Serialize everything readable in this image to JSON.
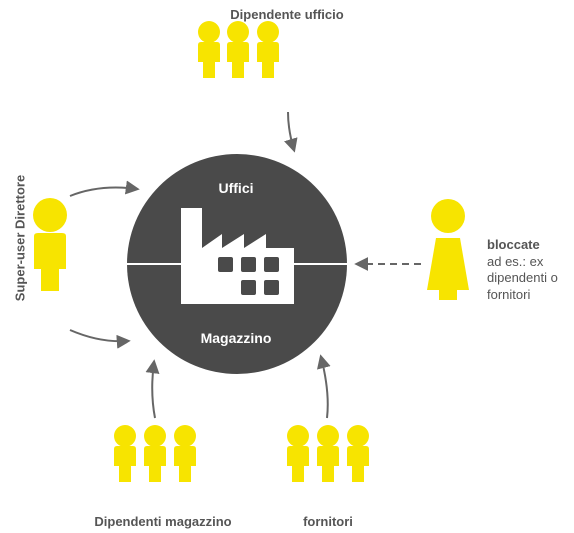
{
  "labels": {
    "office_employee": "Dipendente ufficio",
    "warehouse_employees": "Dipendenti magazzino",
    "suppliers": "fornitori",
    "superuser": "Super-user Direttore"
  },
  "circle": {
    "top_label": "Uffici",
    "bottom_label": "Magazzino"
  },
  "blocked": {
    "title": "bloccate",
    "line1": "ad es.: ex",
    "line2": "dipendenti o",
    "line3": "fornitori"
  },
  "colors": {
    "person": "#f7e400",
    "circle": "#4a4a4a",
    "arrow": "#666666",
    "text": "#555555"
  }
}
